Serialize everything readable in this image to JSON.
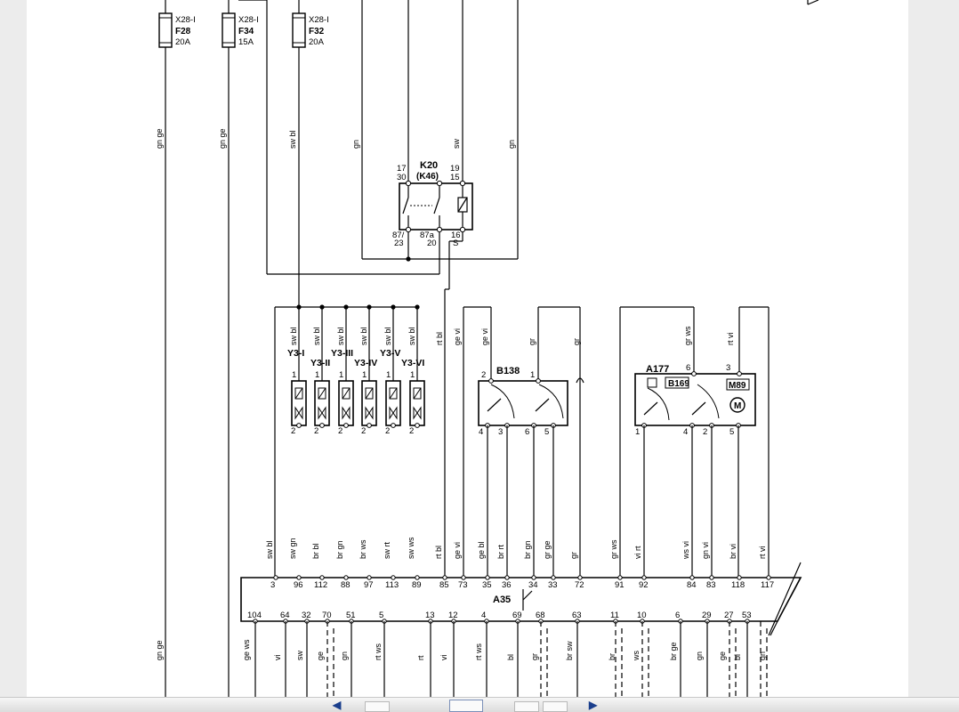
{
  "fuses": [
    {
      "ref": "X28-I",
      "id": "F28",
      "rating": "20A"
    },
    {
      "ref": "X28-I",
      "id": "F34",
      "rating": "15A"
    },
    {
      "ref": "X28-I",
      "id": "F32",
      "rating": "20A"
    }
  ],
  "upper_wires": [
    "gn ge",
    "gn ge",
    "sw bl",
    "gn",
    "sw",
    "gn"
  ],
  "relay": {
    "name": "K20",
    "alt": "(K46)",
    "pins_top": [
      "17",
      "30",
      "19",
      "15"
    ],
    "pins_bottom": [
      "87/",
      "23",
      "87a",
      "20",
      "16",
      "S"
    ]
  },
  "valve_wires": [
    "sw bl",
    "sw bl",
    "sw bl",
    "sw bl",
    "sw bl",
    "sw bl"
  ],
  "valves": [
    {
      "label": "Y3-I",
      "p1": "1",
      "p2": "2"
    },
    {
      "label": "Y3-II",
      "p1": "1",
      "p2": "2"
    },
    {
      "label": "Y3-III",
      "p1": "1",
      "p2": "2"
    },
    {
      "label": "Y3-IV",
      "p1": "1",
      "p2": "2"
    },
    {
      "label": "Y3-V",
      "p1": "1",
      "p2": "2"
    },
    {
      "label": "Y3-VI",
      "p1": "1",
      "p2": "2"
    }
  ],
  "mid_wires": [
    "rt bl",
    "ge vi",
    "ge vi",
    "gr",
    "gr",
    "gr ws",
    "rt vi"
  ],
  "b138": {
    "label": "B138",
    "pins_top": [
      "2",
      "1"
    ],
    "pins_bottom": [
      "4",
      "3",
      "6",
      "5"
    ]
  },
  "a177": {
    "label": "A177",
    "sub1": "B169",
    "sub2": "M89",
    "pins_top": [
      "6",
      "3"
    ],
    "pins_bottom": [
      "1",
      "4",
      "2",
      "5"
    ]
  },
  "a35": {
    "label": "A35"
  },
  "lower_wires": [
    "sw bl",
    "sw gn",
    "br bl",
    "br gn",
    "br ws",
    "sw rt",
    "sw ws",
    "rt bl",
    "ge vi",
    "ge bl",
    "br rt",
    "br gn",
    "gr ge",
    "gr",
    "gr ws",
    "vi rt",
    "ws vi",
    "gn vi",
    "br vi",
    "rt vi"
  ],
  "a35_top_pins": [
    "3",
    "96",
    "112",
    "88",
    "97",
    "113",
    "89",
    "85",
    "73",
    "35",
    "36",
    "34",
    "33",
    "72",
    "91",
    "92",
    "84",
    "83",
    "118",
    "117"
  ],
  "a35_bottom_pins": [
    "104",
    "64",
    "32",
    "70",
    "51",
    "5",
    "13",
    "12",
    "4",
    "69",
    "68",
    "63",
    "11",
    "10",
    "6",
    "29",
    "27",
    "53"
  ],
  "bottom_wires": [
    "ge ws",
    "vi",
    "sw",
    "ge",
    "gn",
    "rt ws",
    "rt",
    "vi",
    "rt ws",
    "bl",
    "gr",
    "br sw",
    "br",
    "ws",
    "br ge",
    "gn",
    "ge",
    "bl",
    "gn"
  ],
  "left_bottom_wire": "gn ge"
}
